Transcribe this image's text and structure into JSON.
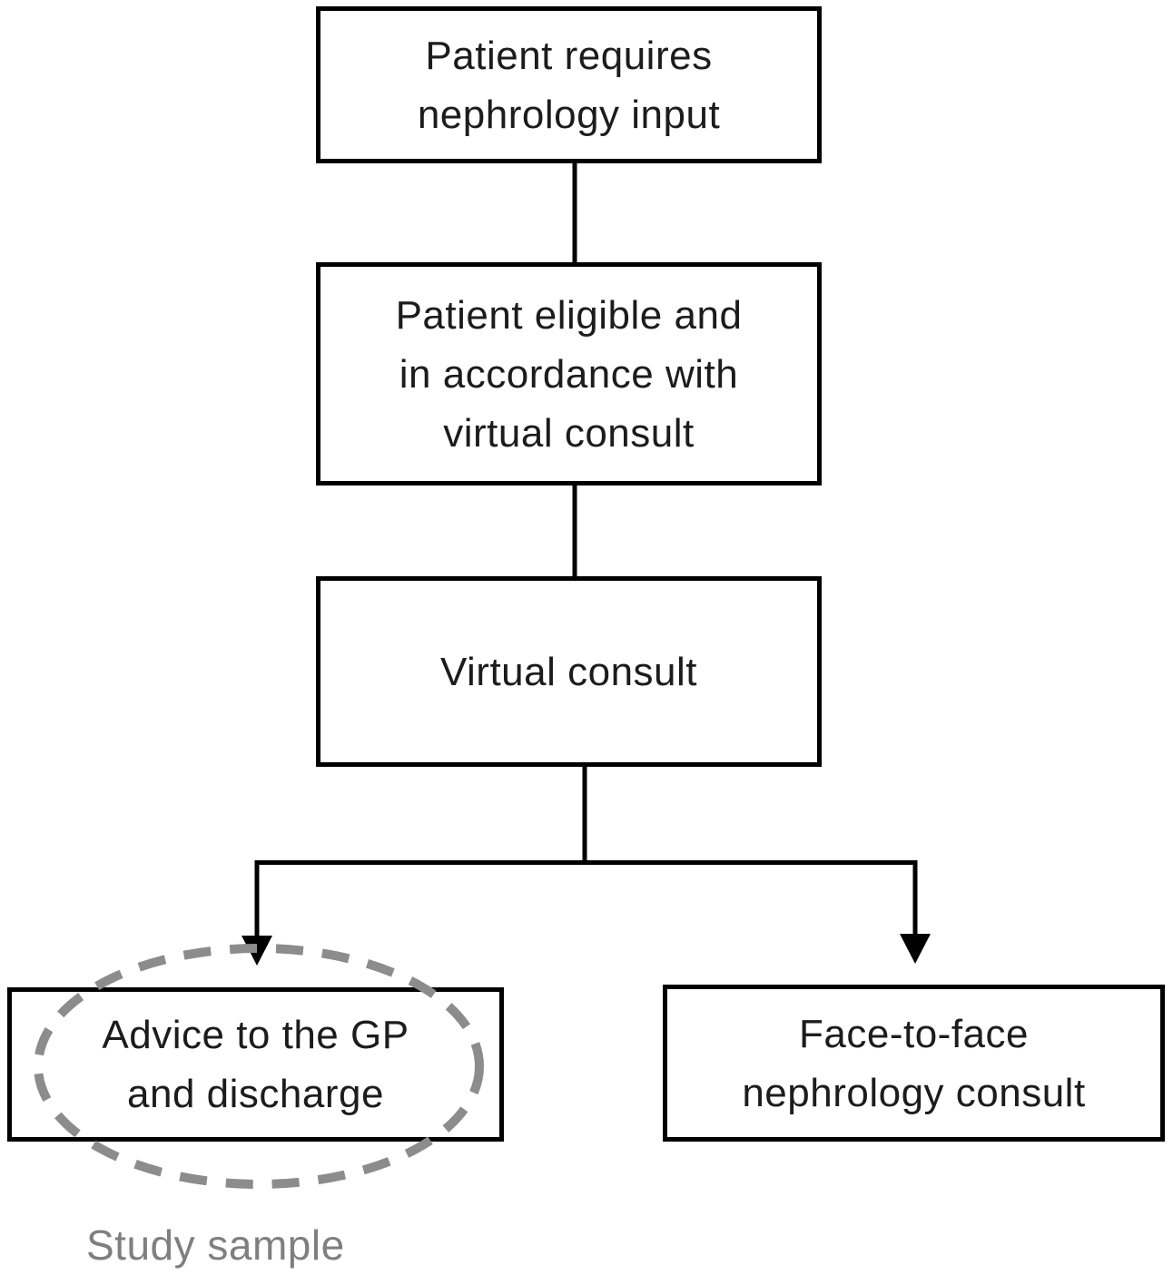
{
  "diagram": {
    "type": "flowchart",
    "nodes": {
      "requires_input": {
        "line1": "Patient requires",
        "line2": "nephrology input"
      },
      "eligible": {
        "line1": "Patient eligible and",
        "line2": "in accordance with",
        "line3": "virtual consult"
      },
      "virtual_consult": {
        "line1": "Virtual consult"
      },
      "advice_gp": {
        "line1": "Advice to the GP",
        "line2": "and discharge"
      },
      "face_to_face": {
        "line1": "Face-to-face",
        "line2": "nephrology consult"
      }
    },
    "edges": [
      {
        "from": "requires_input",
        "to": "eligible",
        "style": "plain-line"
      },
      {
        "from": "eligible",
        "to": "virtual_consult",
        "style": "plain-line"
      },
      {
        "from": "virtual_consult",
        "to": "advice_gp",
        "style": "elbow-arrow"
      },
      {
        "from": "virtual_consult",
        "to": "face_to_face",
        "style": "elbow-arrow"
      }
    ],
    "annotation": {
      "highlight_shape": "dashed-ellipse",
      "highlighted_node": "advice_gp",
      "caption": "Study sample"
    },
    "colors": {
      "background": "#ffffff",
      "box_border": "#000000",
      "box_fill": "#ffffff",
      "text": "#1c1c1c",
      "connector": "#000000",
      "highlight": "#8c8c8c",
      "label": "#7f7f7f"
    }
  }
}
